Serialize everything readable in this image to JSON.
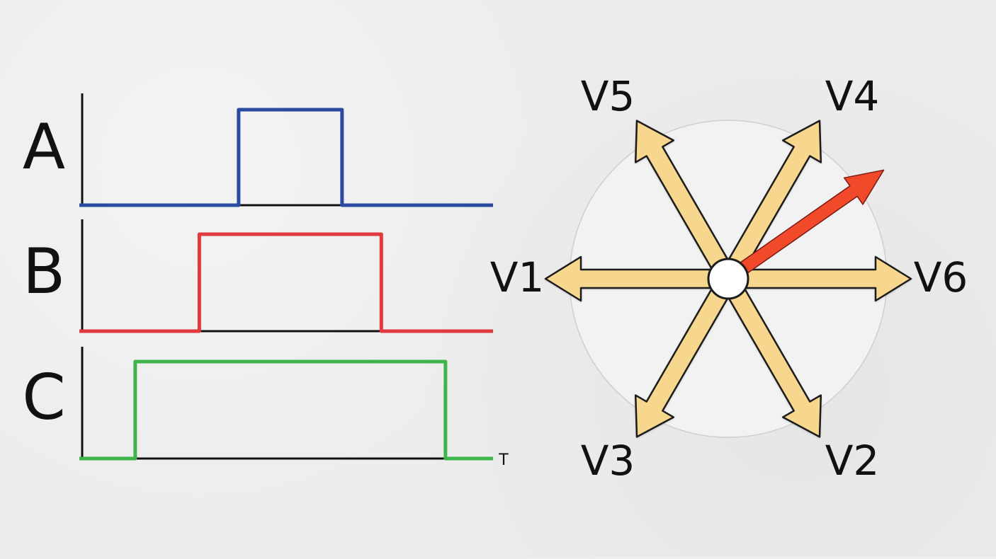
{
  "waveforms": {
    "channels": [
      {
        "label": "A",
        "color": "#2b4aa0",
        "high_from": 0.385,
        "high_to": 0.635
      },
      {
        "label": "B",
        "color": "#e03a3e",
        "high_from": 0.29,
        "high_to": 0.73
      },
      {
        "label": "C",
        "color": "#3db54a",
        "high_from": 0.135,
        "high_to": 0.885
      }
    ],
    "time_label": "T"
  },
  "vector_diagram": {
    "vectors": [
      {
        "label": "V1",
        "angle_deg": 180
      },
      {
        "label": "V2",
        "angle_deg": -60
      },
      {
        "label": "V3",
        "angle_deg": -120
      },
      {
        "label": "V4",
        "angle_deg": 60
      },
      {
        "label": "V5",
        "angle_deg": 120
      },
      {
        "label": "V6",
        "angle_deg": 0
      }
    ],
    "resultant_angle_deg": 35,
    "arrow_fill": "#f7d68e",
    "arrow_stroke": "#1c1c1c",
    "resultant_color": "#f04a2a",
    "circle_fill": "#f2f2f2"
  }
}
